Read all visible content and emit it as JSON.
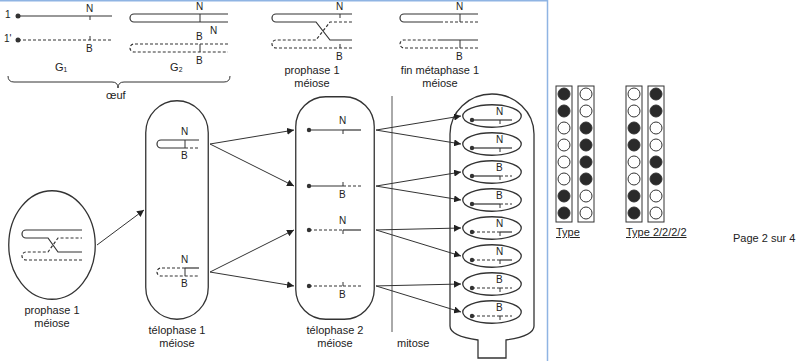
{
  "diagram": {
    "nodes": [
      {
        "text": [
          "prophase 1 méiose"
        ]
      },
      {
        "text": [
          "N",
          "B",
          "N",
          "B",
          "télophase 1 méiose"
        ]
      },
      {
        "text": [
          "N",
          "B",
          "N",
          "B",
          "télophase 2 méiose"
        ]
      },
      {
        "text": [
          "N"
        ]
      },
      {
        "text": [
          "N"
        ]
      },
      {
        "text": [
          "B"
        ]
      },
      {
        "text": [
          "B"
        ]
      },
      {
        "text": [
          "N"
        ]
      },
      {
        "text": [
          "N"
        ]
      },
      {
        "text": [
          "B"
        ]
      },
      {
        "text": [
          "B"
        ]
      }
    ],
    "edges": [
      {
        "from": 0,
        "to": 1,
        "arrow": "to"
      },
      {
        "from": 1,
        "to": 2,
        "arrow": "to"
      },
      {
        "from": 1,
        "to": 2,
        "arrow": "to"
      },
      {
        "from": 1,
        "to": 2,
        "arrow": "to"
      },
      {
        "from": 1,
        "to": 2,
        "arrow": "to"
      },
      {
        "from": 2,
        "to": 3,
        "arrow": "to"
      },
      {
        "from": 2,
        "to": 4,
        "arrow": "to"
      },
      {
        "from": 2,
        "to": 5,
        "arrow": "to"
      },
      {
        "from": 2,
        "to": 6,
        "arrow": "to"
      },
      {
        "from": 2,
        "to": 7,
        "arrow": "to"
      },
      {
        "from": 2,
        "to": 8,
        "arrow": "to"
      },
      {
        "from": 2,
        "to": 9,
        "arrow": "to"
      },
      {
        "from": 2,
        "to": 10,
        "arrow": "to"
      }
    ],
    "labels": [
      "1",
      "N",
      "1'",
      "B",
      "N",
      "N",
      "B",
      "B",
      "G₁",
      "G₂",
      "œuf",
      "N",
      "B",
      "prophase 1 méiose",
      "N",
      "B",
      "fin métaphase 1 méiose",
      "mitose",
      "Type",
      "Type 2/2/2/2",
      "Page 2 sur 4"
    ]
  }
}
